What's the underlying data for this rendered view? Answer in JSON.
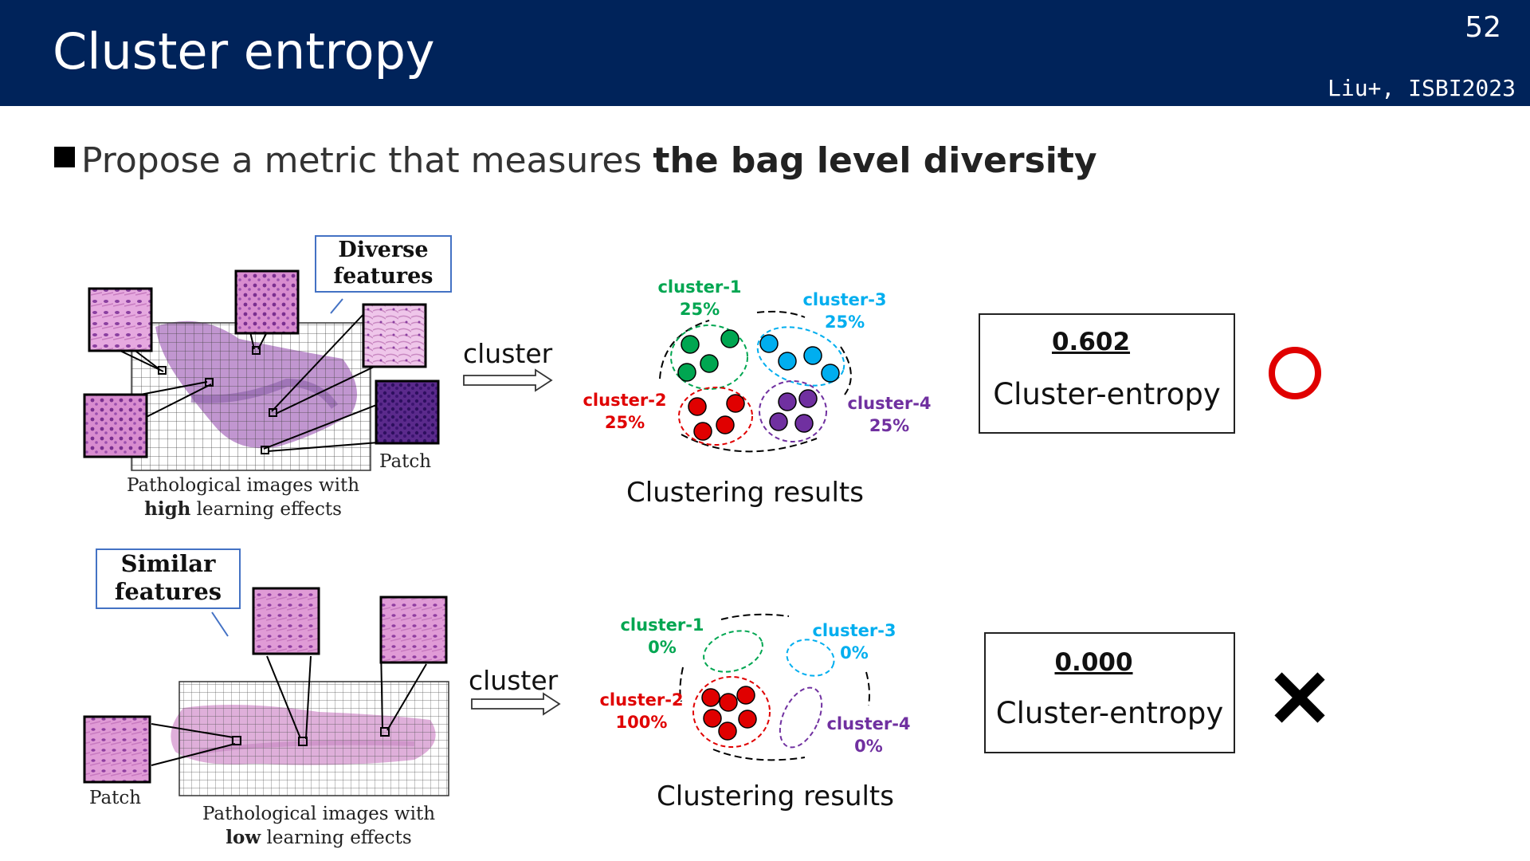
{
  "header": {
    "title": "Cluster entropy",
    "page_number": "52",
    "citation": "Liu+, ISBI2023"
  },
  "bullet": {
    "text_plain": "Propose a metric that measures ",
    "text_bold": "the bag level diversity"
  },
  "top": {
    "label_line1": "Diverse",
    "label_line2": "features",
    "patch_label": "Patch",
    "caption_line1": "Pathological images with",
    "caption_bold": "high",
    "caption_line2_rest": " learning effects",
    "arrow_label": "cluster",
    "clusters": [
      {
        "name": "cluster-1",
        "percent": "25%",
        "color": "#00a651"
      },
      {
        "name": "cluster-2",
        "percent": "25%",
        "color": "#e00000"
      },
      {
        "name": "cluster-3",
        "percent": "25%",
        "color": "#00aeef"
      },
      {
        "name": "cluster-4",
        "percent": "25%",
        "color": "#7030a0"
      }
    ],
    "results_title": "Clustering results",
    "score": "0.602",
    "score_label": "Cluster-entropy",
    "verdict_icon": "circle-icon",
    "verdict_color": "#e00000"
  },
  "bottom": {
    "label_line1": "Similar",
    "label_line2": "features",
    "patch_label": "Patch",
    "caption_line1": "Pathological images with",
    "caption_bold": "low",
    "caption_line2_rest": " learning effects",
    "arrow_label": "cluster",
    "clusters": [
      {
        "name": "cluster-1",
        "percent": "0%",
        "color": "#00a651"
      },
      {
        "name": "cluster-2",
        "percent": "100%",
        "color": "#e00000"
      },
      {
        "name": "cluster-3",
        "percent": "0%",
        "color": "#00aeef"
      },
      {
        "name": "cluster-4",
        "percent": "0%",
        "color": "#7030a0"
      }
    ],
    "results_title": "Clustering results",
    "score": "0.000",
    "score_label": "Cluster-entropy",
    "verdict_icon": "cross-icon",
    "verdict_color": "#000000"
  }
}
